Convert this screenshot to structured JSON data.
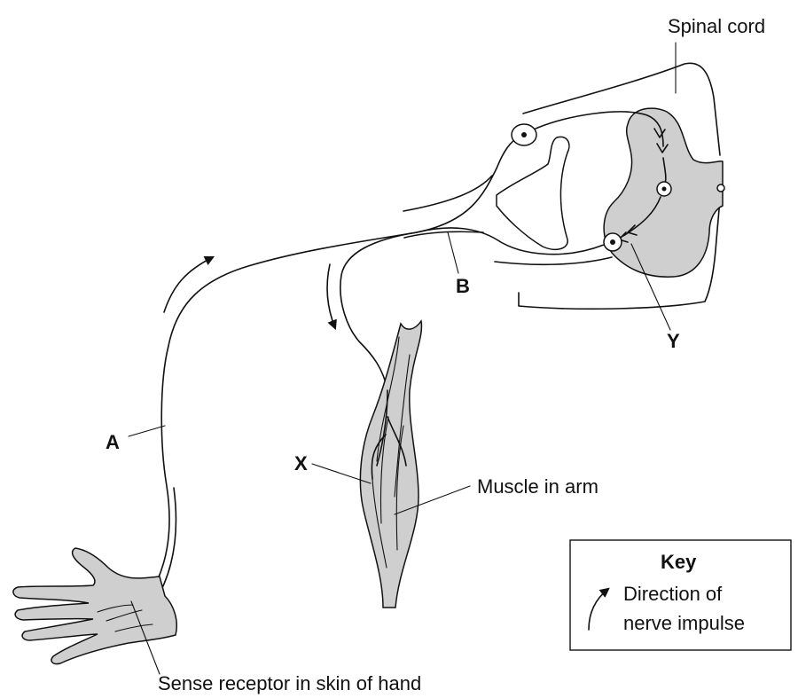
{
  "labels": {
    "spinal_cord": "Spinal cord",
    "muscle": "Muscle in arm",
    "receptor": "Sense receptor in skin of hand",
    "a": "A",
    "b": "B",
    "x": "X",
    "y": "Y"
  },
  "key": {
    "title": "Key",
    "line1": "Direction of",
    "line2": "nerve impulse"
  }
}
